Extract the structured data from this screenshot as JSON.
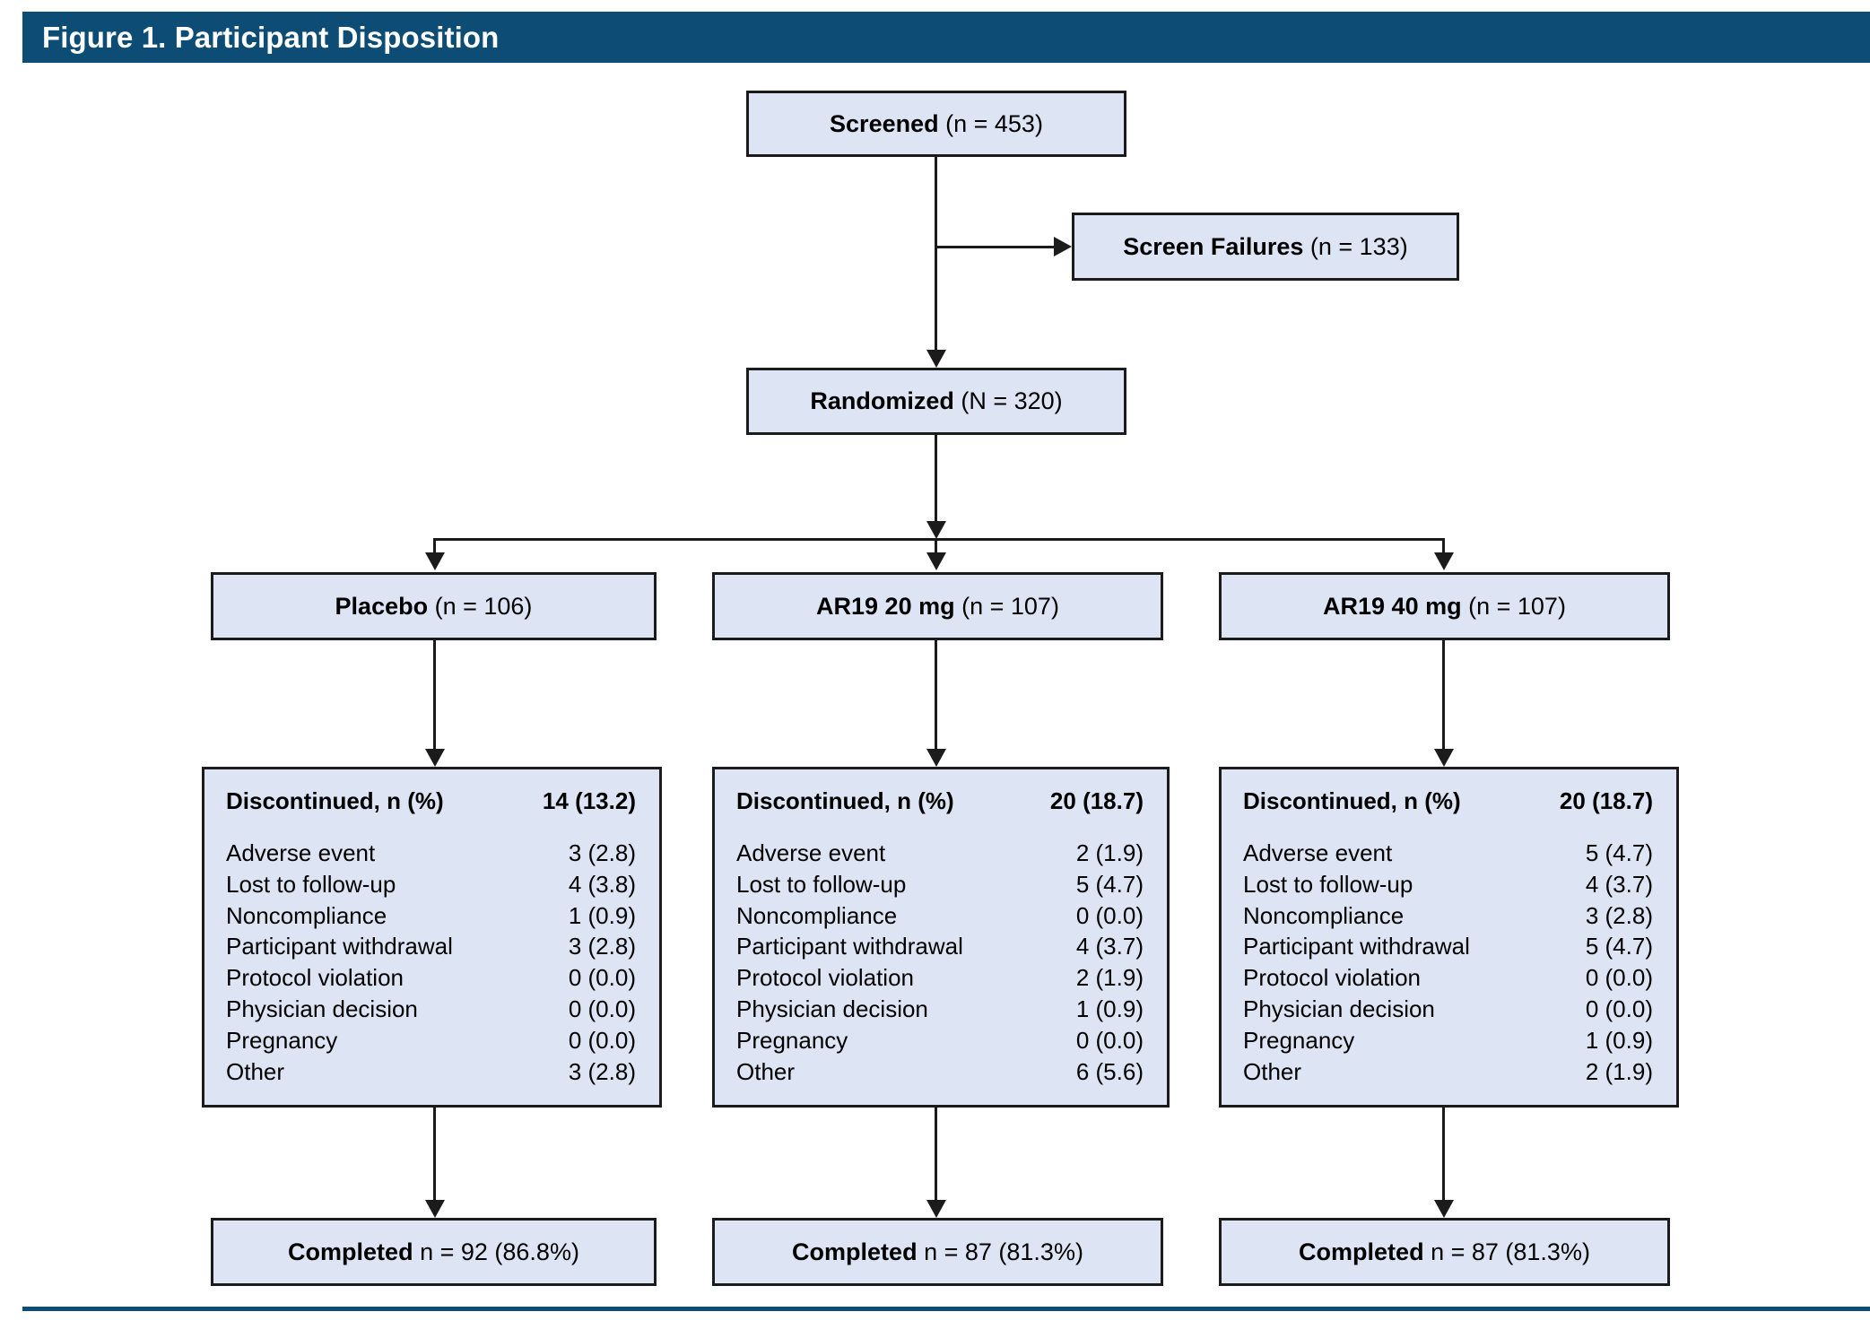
{
  "figure": {
    "header_title": "Figure 1. Participant Disposition",
    "header_color": "#0d4c74",
    "box_fill_color": "#dde5f4",
    "box_border_color": "#1b1b1b"
  },
  "nodes": {
    "screened": {
      "label": "Screened",
      "value": "(n = 453)"
    },
    "screen_failures": {
      "label": "Screen Failures",
      "value": "(n = 133)"
    },
    "randomized": {
      "label": "Randomized",
      "value": "(N = 320)"
    }
  },
  "arms": [
    {
      "label": "Placebo",
      "value": "(n = 106)"
    },
    {
      "label": "AR19 20 mg",
      "value": "(n = 107)"
    },
    {
      "label": "AR19 40 mg",
      "value": "(n = 107)"
    }
  ],
  "discontinued": {
    "header_label": "Discontinued, n (%)",
    "reasons": [
      "Adverse event",
      "Lost to follow-up",
      "Noncompliance",
      "Participant withdrawal",
      "Protocol violation",
      "Physician decision",
      "Pregnancy",
      "Other"
    ],
    "columns": [
      {
        "arm": "Placebo",
        "total": "14 (13.2)",
        "values": [
          "3 (2.8)",
          "4 (3.8)",
          "1 (0.9)",
          "3 (2.8)",
          "0 (0.0)",
          "0 (0.0)",
          "0 (0.0)",
          "3 (2.8)"
        ]
      },
      {
        "arm": "AR19 20 mg",
        "total": "20 (18.7)",
        "values": [
          "2 (1.9)",
          "5 (4.7)",
          "0 (0.0)",
          "4 (3.7)",
          "2 (1.9)",
          "1 (0.9)",
          "0 (0.0)",
          "6 (5.6)"
        ]
      },
      {
        "arm": "AR19 40 mg",
        "total": "20 (18.7)",
        "values": [
          "5 (4.7)",
          "4 (3.7)",
          "3 (2.8)",
          "5 (4.7)",
          "0 (0.0)",
          "0 (0.0)",
          "1 (0.9)",
          "2 (1.9)"
        ]
      }
    ]
  },
  "completed": [
    {
      "label": "Completed",
      "value": "n = 92 (86.8%)"
    },
    {
      "label": "Completed",
      "value": "n = 87 (81.3%)"
    },
    {
      "label": "Completed",
      "value": "n = 87 (81.3%)"
    }
  ]
}
